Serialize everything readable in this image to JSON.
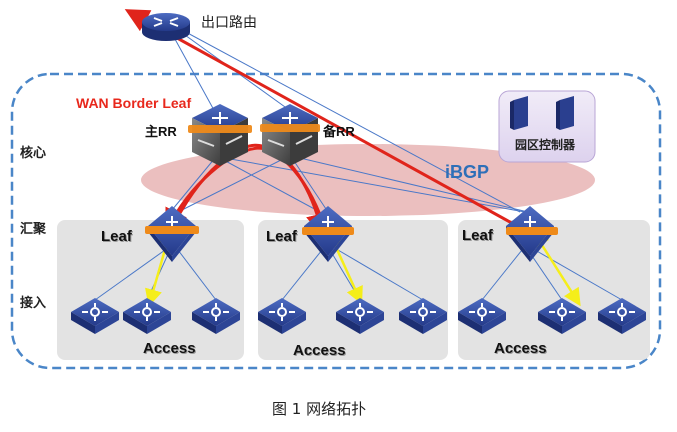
{
  "diagram": {
    "egress_router": {
      "label": "出口路由",
      "icon": "router-icon"
    },
    "wan_border_leaf_label": "WAN Border Leaf",
    "core": {
      "layer_label": "核心",
      "primary_rr_label": "主RR",
      "backup_rr_label": "备RR",
      "icon": "core-switch-icon"
    },
    "ibgp_label": "iBGP",
    "controller": {
      "label": "园区控制器",
      "icon": "server-icon",
      "count": 2
    },
    "aggregation": {
      "layer_label": "汇聚"
    },
    "access": {
      "layer_label": "接入"
    },
    "pods": [
      {
        "leaf_label": "Leaf",
        "access_label": "Access",
        "access_switch_count": 3
      },
      {
        "leaf_label": "Leaf",
        "access_label": "Access",
        "access_switch_count": 3
      },
      {
        "leaf_label": "Leaf",
        "access_label": "Access",
        "access_switch_count": 3
      }
    ],
    "caption": "图 1  网络拓扑",
    "colors": {
      "device_blue": "#2a3f8f",
      "link_blue": "#4a78c8",
      "path_red": "#e0241b",
      "path_yellow": "#f5ee1a",
      "vxlan_orange": "#ee8a1a",
      "ibgp_pink": "#e8b4b4",
      "pod_gray": "#e3e3e3",
      "boundary_blue": "#4a86c8",
      "wan_label_red": "#e8281c",
      "ibgp_label_blue": "#2e6fb8",
      "controller_box": "#e9e2f4"
    }
  }
}
